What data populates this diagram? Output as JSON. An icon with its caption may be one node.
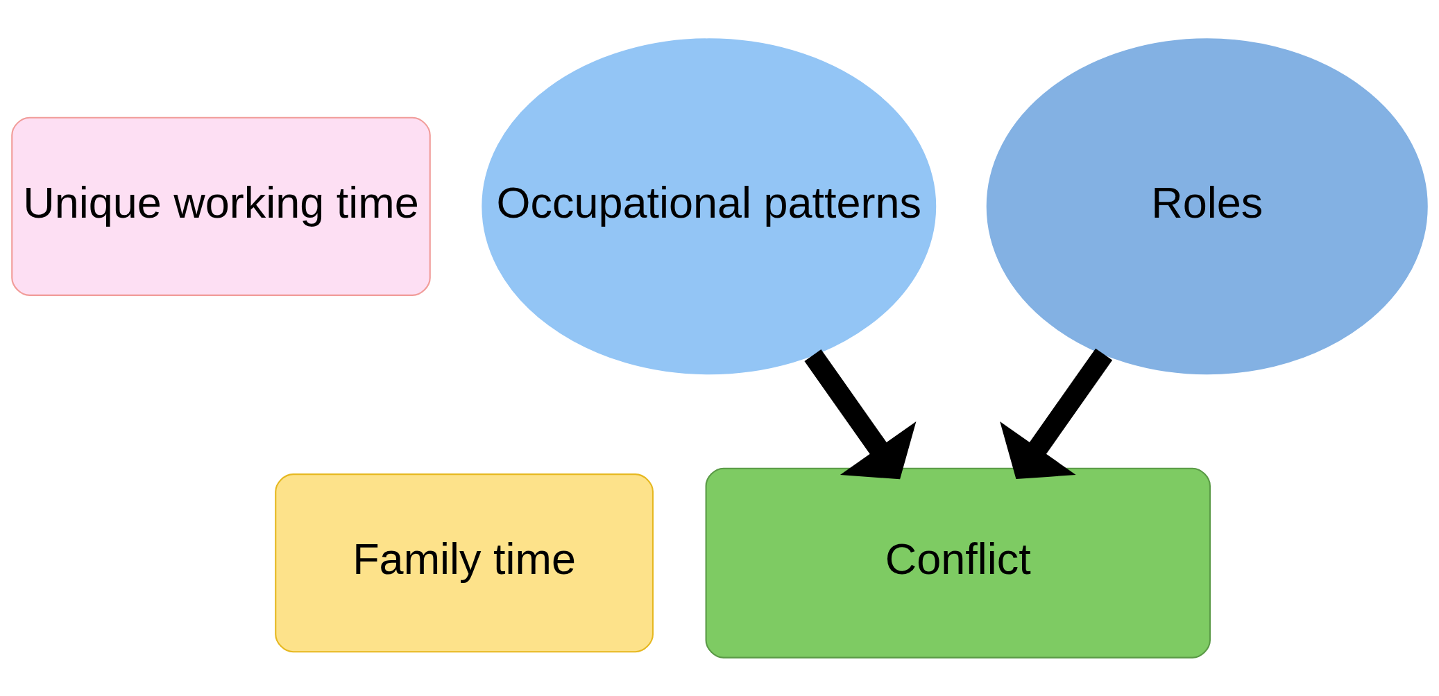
{
  "diagram": {
    "nodes": [
      {
        "text": [
          "Unique working time"
        ]
      },
      {
        "text": [
          "Family time"
        ]
      },
      {
        "text": [
          "Occupational patterns"
        ]
      },
      {
        "text": [
          "Roles"
        ]
      },
      {
        "text": [
          "Conflict"
        ]
      }
    ],
    "edges": [
      {
        "from": 2,
        "to": 4,
        "arrow": "to"
      },
      {
        "from": 3,
        "to": 4,
        "arrow": "to"
      }
    ]
  }
}
